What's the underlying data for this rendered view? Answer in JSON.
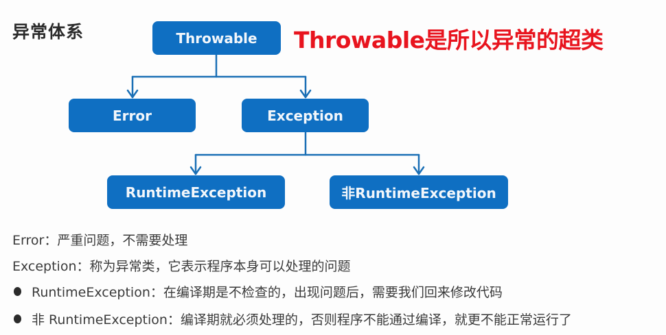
{
  "slide": {
    "title": "异常体系",
    "annotation": "Throwable是所以异常的超类",
    "colors": {
      "node_fill": "#0f6fc2",
      "node_text": "#f3f7fb",
      "connector": "#1a6fb5",
      "annotation": "#e8141e",
      "body_text": "#3a3a3a"
    }
  },
  "diagram": {
    "nodes": {
      "throwable": "Throwable",
      "error": "Error",
      "exception": "Exception",
      "runtime_exception": "RuntimeException",
      "non_runtime_exception": "非RuntimeException"
    },
    "edges": [
      {
        "from": "Throwable",
        "to": "Error"
      },
      {
        "from": "Throwable",
        "to": "Exception"
      },
      {
        "from": "Exception",
        "to": "RuntimeException"
      },
      {
        "from": "Exception",
        "to": "非RuntimeException"
      }
    ]
  },
  "descriptions": {
    "error": "Error：严重问题，不需要处理",
    "exception": "Exception：称为异常类，它表示程序本身可以处理的问题",
    "bullets": [
      "RuntimeException：在编译期是不检查的，出现问题后，需要我们回来修改代码",
      "非 RuntimeException：编译期就必须处理的，否则程序不能通过编译，就更不能正常运行了"
    ]
  }
}
